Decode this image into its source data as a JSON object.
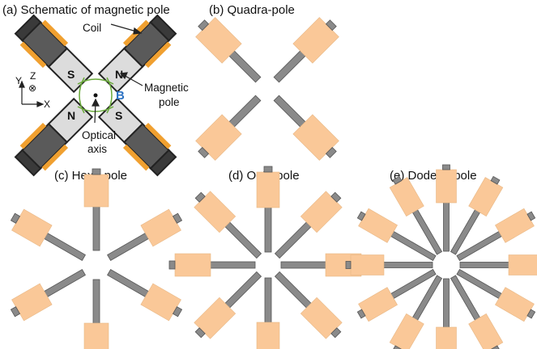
{
  "panels": {
    "a": {
      "title": "(a) Schematic of magnetic pole",
      "coil_label": "Coil",
      "magnetic_label_1": "Magnetic",
      "magnetic_label_2": "pole",
      "optical_label_1": "Optical",
      "optical_label_2": "axis",
      "field_label": "B",
      "pole_labels": [
        "S",
        "N",
        "N",
        "S"
      ],
      "axes": {
        "y": "Y",
        "z": "Z",
        "x": "X",
        "z_symbol": "⊗"
      }
    },
    "b": {
      "title": "(b) Quadra-pole",
      "poles": 4
    },
    "c": {
      "title": "(c) Hexa-pole",
      "poles": 6
    },
    "d": {
      "title": "(d) Octa-pole",
      "poles": 8
    },
    "e": {
      "title": "(e) Dodeca-pole",
      "poles": 12
    }
  },
  "colors": {
    "coil": "#fac898",
    "rod": "#8a8a8a",
    "block_light": "#d8d8d8",
    "block_dark": "#3a3a3a",
    "coil_winding": "#f0a030",
    "field_line": "#6aaa3a",
    "field_label": "#2d73c4"
  }
}
